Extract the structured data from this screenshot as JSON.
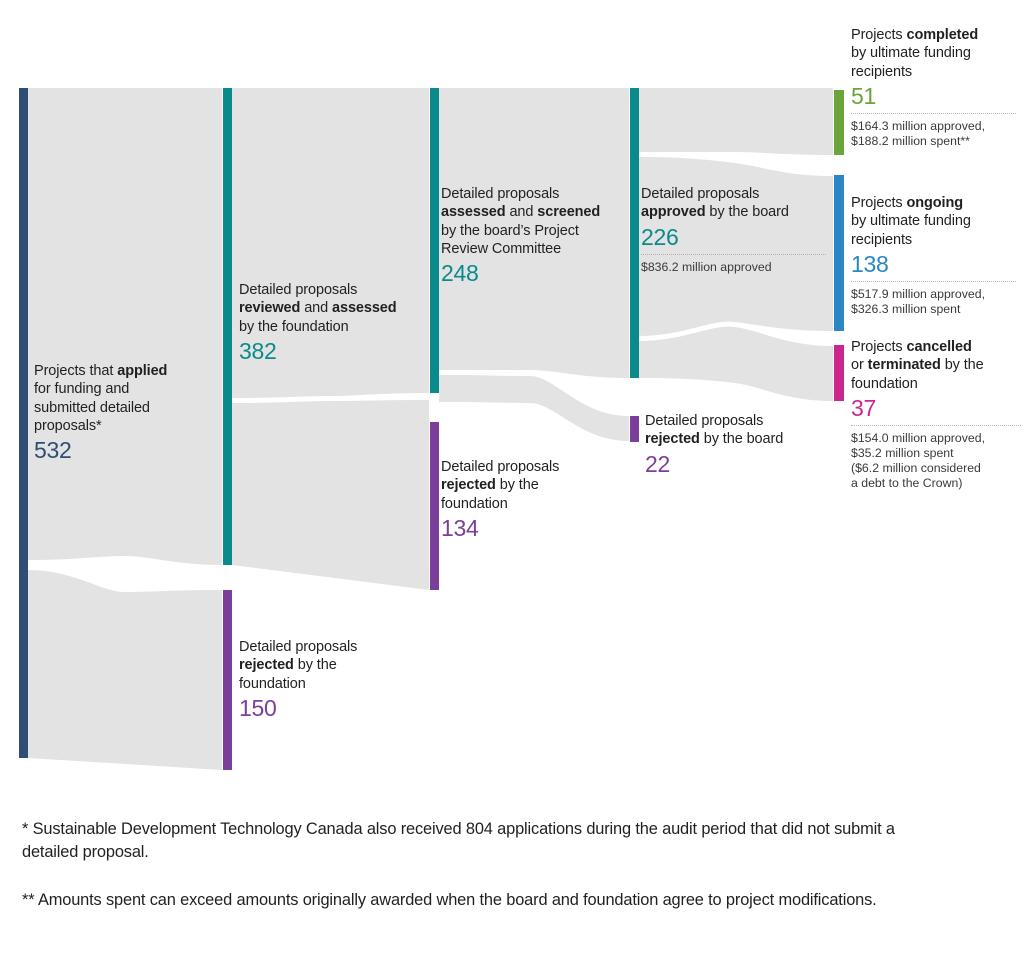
{
  "chart_data": {
    "type": "sankey",
    "title": "",
    "flow_unit": "projects",
    "nodes": [
      {
        "id": "applied",
        "label_html": "Projects that <b>applied</b><br>for funding and<br>submitted detailed<br>proposals*",
        "value": "532",
        "color": "#2f4e76",
        "column": 0
      },
      {
        "id": "reviewed",
        "label_html": "Detailed proposals<br><b>reviewed</b> and <b>assessed</b><br>by the foundation",
        "value": "382",
        "color": "#0a8a8a",
        "column": 1
      },
      {
        "id": "rejected_found_1",
        "label_html": "Detailed proposals<br><b>rejected</b> by the<br>foundation",
        "value": "150",
        "color": "#7b3f99",
        "column": 1
      },
      {
        "id": "assessed",
        "label_html": "Detailed proposals<br><b>assessed</b> and <b>screened</b><br>by the board’s Project<br>Review Committee",
        "value": "248",
        "color": "#0a8a8a",
        "column": 2
      },
      {
        "id": "rejected_found_2",
        "label_html": "Detailed proposals<br><b>rejected</b> by the<br>foundation",
        "value": "134",
        "color": "#7b3f99",
        "column": 2
      },
      {
        "id": "approved_board",
        "label_html": "Detailed proposals<br><b>approved</b> by the board",
        "value": "226",
        "color": "#0a8a8a",
        "column": 3,
        "sub": "$836.2 million approved"
      },
      {
        "id": "rejected_board",
        "label_html": "Detailed proposals<br><b>rejected</b> by the board",
        "value": "22",
        "color": "#7b3f99",
        "column": 3
      },
      {
        "id": "completed",
        "label_html": "Projects <b>completed</b><br>by ultimate funding<br>recipients",
        "value": "51",
        "color": "#6ba43a",
        "column": 4,
        "sub": "$164.3 million approved,<br>$188.2 million spent**"
      },
      {
        "id": "ongoing",
        "label_html": "Projects <b>ongoing</b><br>by ultimate funding<br>recipients",
        "value": "138",
        "color": "#2b87c3",
        "column": 4,
        "sub": "$517.9 million approved,<br>$326.3 million spent"
      },
      {
        "id": "cancelled",
        "label_html": "Projects <b>cancelled</b><br>or <b>terminated</b> by the<br>foundation",
        "value": "37",
        "color": "#c9278e",
        "column": 4,
        "sub": "$154.0 million approved,<br>$35.2 million spent<br>($6.2 million considered<br>a debt to the Crown)"
      }
    ],
    "links": [
      {
        "source": "applied",
        "target": "reviewed",
        "value": 382
      },
      {
        "source": "applied",
        "target": "rejected_found_1",
        "value": 150
      },
      {
        "source": "reviewed",
        "target": "assessed",
        "value": 248
      },
      {
        "source": "reviewed",
        "target": "rejected_found_2",
        "value": 134
      },
      {
        "source": "assessed",
        "target": "approved_board",
        "value": 226
      },
      {
        "source": "assessed",
        "target": "rejected_board",
        "value": 22
      },
      {
        "source": "approved_board",
        "target": "completed",
        "value": 51
      },
      {
        "source": "approved_board",
        "target": "ongoing",
        "value": 138
      },
      {
        "source": "approved_board",
        "target": "cancelled",
        "value": 37
      }
    ],
    "link_color": "#e3e3e3"
  },
  "nodes": {
    "applied": {
      "label_html": "Projects that <b>applied</b><br>for funding and<br>submitted detailed<br>proposals*",
      "value": "532"
    },
    "reviewed": {
      "label_html": "Detailed proposals<br><b>reviewed</b> and <b>assessed</b><br>by the foundation",
      "value": "382"
    },
    "rejected_foundation_1": {
      "label_html": "Detailed proposals<br><b>rejected</b> by the<br>foundation",
      "value": "150"
    },
    "assessed": {
      "label_html": "Detailed proposals<br><b>assessed</b> and <b>screened</b><br>by the board’s Project<br>Review Committee",
      "value": "248"
    },
    "rejected_foundation_2": {
      "label_html": "Detailed proposals<br><b>rejected</b> by the<br>foundation",
      "value": "134"
    },
    "approved_board": {
      "label_html": "Detailed proposals<br><b>approved</b> by the board",
      "value": "226",
      "sub_html": "$836.2 million approved"
    },
    "rejected_board": {
      "label_html": "Detailed proposals<br><b>rejected</b> by the board",
      "value": "22"
    },
    "completed": {
      "label_html": "Projects <b>completed</b><br>by ultimate funding<br>recipients",
      "value": "51",
      "sub_html": "$164.3 million approved,<br>$188.2 million spent**"
    },
    "ongoing": {
      "label_html": "Projects <b>ongoing</b><br>by ultimate funding<br>recipients",
      "value": "138",
      "sub_html": "$517.9 million approved,<br>$326.3 million spent"
    },
    "cancelled": {
      "label_html": "Projects <b>cancelled</b><br>or <b>terminated</b> by the<br>foundation",
      "value": "37",
      "sub_html": "$154.0 million approved,<br>$35.2 million spent<br>($6.2 million considered<br>a debt to the Crown)"
    }
  },
  "colors": {
    "applied": "#2f4e76",
    "teal": "#0a8a8a",
    "purple": "#7b3f99",
    "green": "#6ba43a",
    "blue": "#2b87c3",
    "magenta": "#c9278e",
    "link": "#e3e3e3",
    "text": "#231f20"
  },
  "footnotes": {
    "one": "* Sustainable Development Technology Canada also received 804 applications during the audit period that did not submit a detailed proposal.",
    "two": "** Amounts spent can exceed amounts originally awarded when the board and foundation agree to project modifications."
  }
}
